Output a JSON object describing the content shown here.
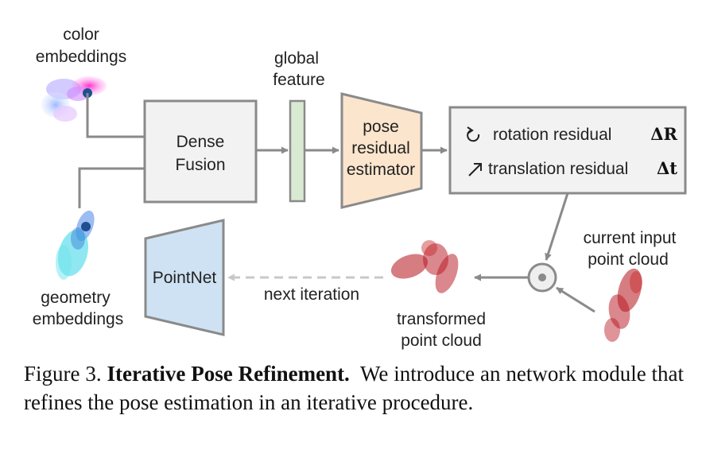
{
  "diagram": {
    "color_embeddings": [
      "color",
      "embeddings"
    ],
    "geometry_embeddings": [
      "geometry",
      "embeddings"
    ],
    "global_feature": [
      "global",
      "feature"
    ],
    "dense_fusion": [
      "Dense",
      "Fusion"
    ],
    "pose_estimator": [
      "pose",
      "residual",
      "estimator"
    ],
    "rotation_residual": "rotation residual",
    "rotation_symbol": "ΔR",
    "translation_residual": "translation residual",
    "translation_symbol": "Δt",
    "current_input": [
      "current input",
      "point cloud"
    ],
    "transformed": [
      "transformed",
      "point cloud"
    ],
    "next_iteration": "next iteration",
    "pointnet": "PointNet"
  },
  "caption": {
    "prefix": "Figure 3.",
    "title": "Iterative Pose Refinement.",
    "text": "We introduce an network module that refines the pose estimation in an iterative procedure."
  },
  "colors": {
    "box_gray": "#f2f2f2",
    "global_feature_green": "#d9ead3",
    "estimator_orange": "#fce5cd",
    "pointnet_blue": "#cfe2f3",
    "point_cloud_red": "#b5121b",
    "geometry_cyan": "#33d6e6",
    "line_gray": "#888888"
  }
}
